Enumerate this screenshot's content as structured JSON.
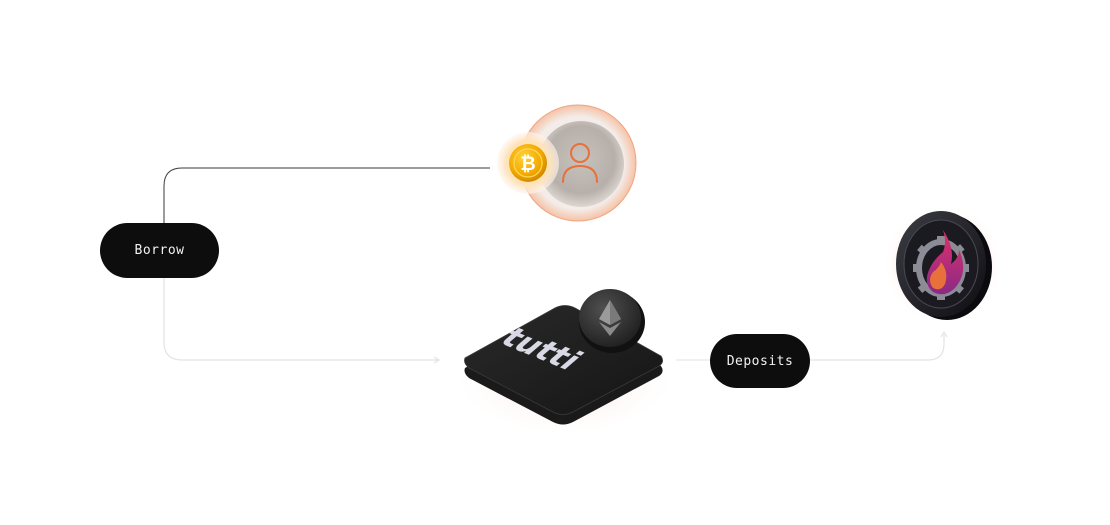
{
  "diagram": {
    "borrow_label": "Borrow",
    "deposits_label": "Deposits",
    "chip_brand": "tutti"
  },
  "icons": {
    "user_node": [
      "bitcoin-coin-icon",
      "user-icon"
    ],
    "chip_node": [
      "tutti-chip-icon",
      "ethereum-coin-icon"
    ],
    "burn_node": [
      "flame-gear-coin-icon"
    ]
  },
  "colors": {
    "pill_bg": "#0d0d0d",
    "pill_text": "#f2f2f2",
    "line": "#3a3a3a",
    "line_faint": "#e6e6e6",
    "accent_orange": "#e8703a",
    "bitcoin": "#f2a900",
    "glow_pink": "#ff4d6d"
  }
}
